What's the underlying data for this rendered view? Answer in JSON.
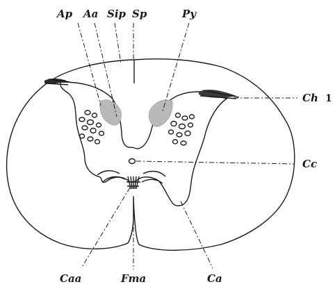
{
  "labels": {
    "ap": "Ap",
    "aa": "Aa",
    "sip": "Sip",
    "sp": "Sp",
    "py": "Py",
    "ch": "Ch",
    "ch_number": "1",
    "cc": "Cc",
    "caa": "Caa",
    "fma": "Fma",
    "ca": "Ca"
  }
}
